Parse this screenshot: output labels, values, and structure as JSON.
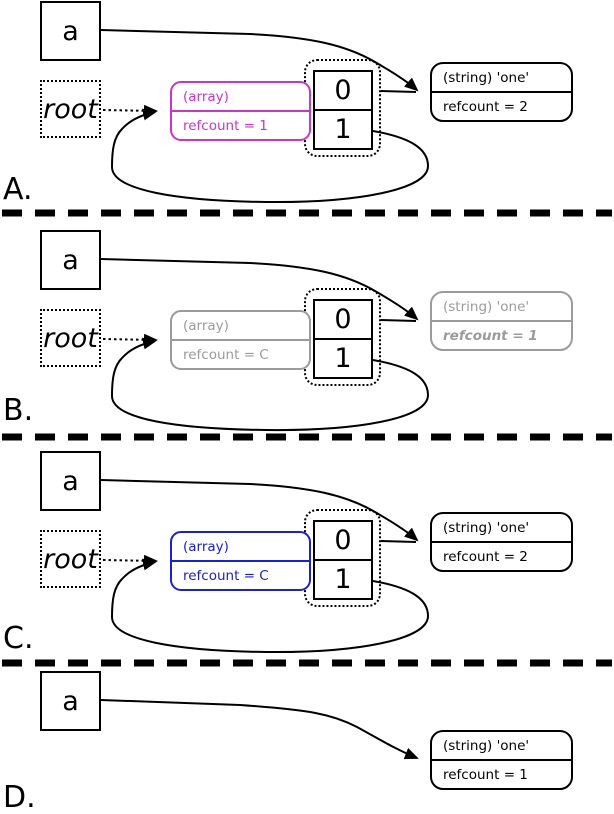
{
  "colors": {
    "magenta": "#cc33cc",
    "gray": "#9b9b9b",
    "blue": "#1a22cc",
    "black": "#000000"
  },
  "panels": {
    "a": {
      "label": "A.",
      "var": "a",
      "root": "root",
      "array_type": "(array)",
      "array_refcount": "refcount = 1",
      "cell0": "0",
      "cell1": "1",
      "string_type": "(string) 'one'",
      "string_refcount": "refcount = 2"
    },
    "b": {
      "label": "B.",
      "var": "a",
      "root": "root",
      "array_type": "(array)",
      "array_refcount": "refcount = C",
      "cell0": "0",
      "cell1": "1",
      "string_type": "(string) 'one'",
      "string_refcount": "refcount = 1"
    },
    "c": {
      "label": "C.",
      "var": "a",
      "root": "root",
      "array_type": "(array)",
      "array_refcount": "refcount = C",
      "cell0": "0",
      "cell1": "1",
      "string_type": "(string) 'one'",
      "string_refcount": "refcount = 2"
    },
    "d": {
      "label": "D.",
      "var": "a",
      "string_type": "(string) 'one'",
      "string_refcount": "refcount = 1"
    }
  }
}
